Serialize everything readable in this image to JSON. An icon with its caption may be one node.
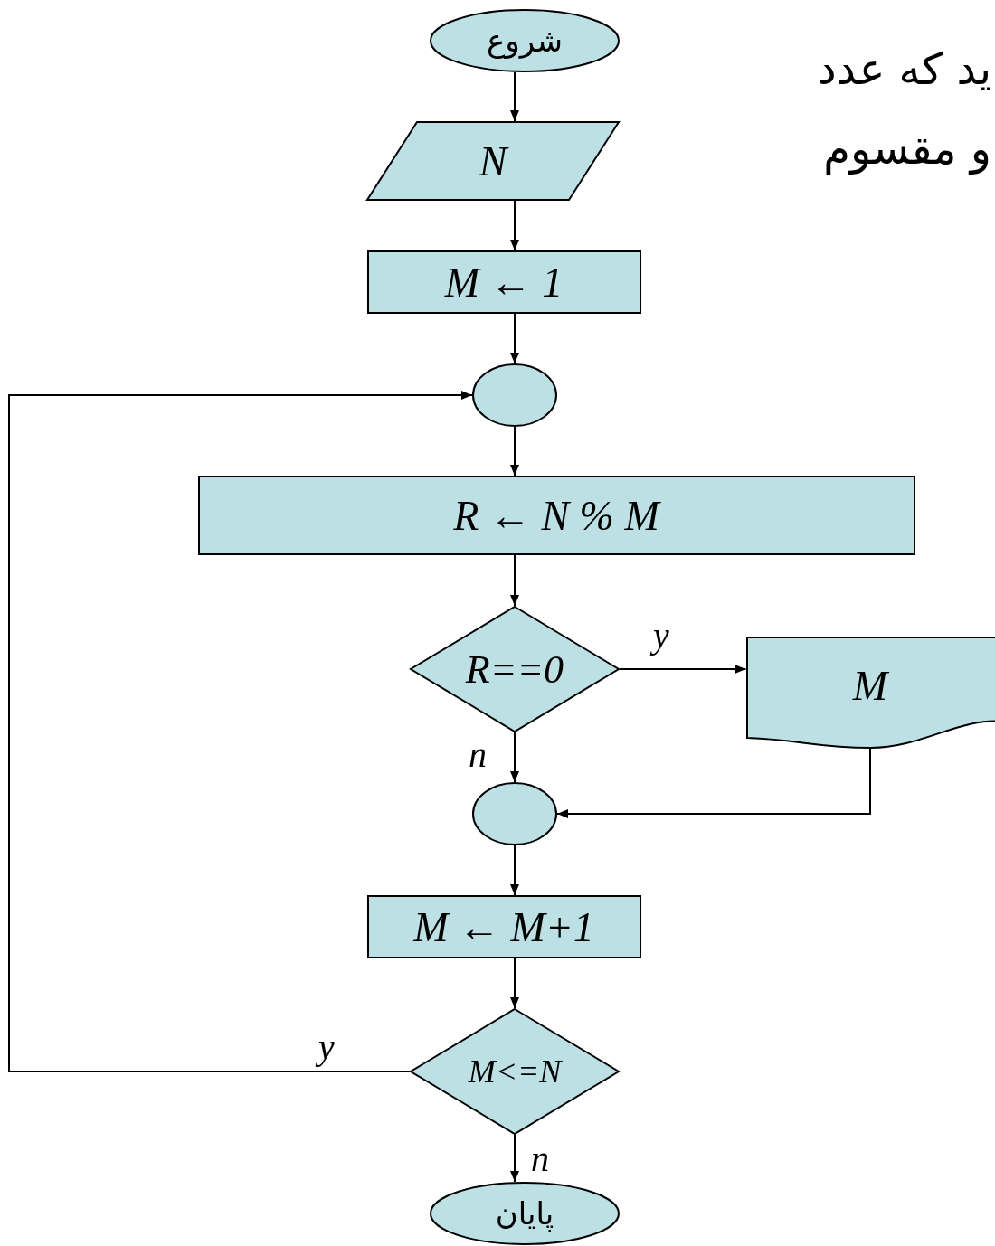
{
  "diagram": {
    "nodes": [
      {
        "text": [
          "شروع"
        ]
      },
      {
        "text": [
          "N"
        ]
      },
      {
        "text": [
          "M ← 1"
        ]
      },
      {
        "text": [],
        "shape": "circle"
      },
      {
        "text": [
          "R ← N % M"
        ]
      },
      {
        "text": [
          "R==0"
        ]
      },
      {
        "text": [
          "M"
        ]
      },
      {
        "text": [],
        "shape": "circle"
      },
      {
        "text": [
          "M ← M+1"
        ]
      },
      {
        "text": [
          "M<=N"
        ]
      },
      {
        "text": [
          "پایان"
        ]
      }
    ],
    "edges": [
      {
        "from": 0,
        "to": 1,
        "arrow": "to"
      },
      {
        "from": 1,
        "to": 2,
        "arrow": "to"
      },
      {
        "from": 2,
        "to": 3,
        "arrow": "to"
      },
      {
        "from": 3,
        "to": 4,
        "arrow": "to"
      },
      {
        "from": 4,
        "to": 5,
        "arrow": "to"
      },
      {
        "from": 5,
        "to": 6,
        "arrow": "to",
        "label": "y"
      },
      {
        "from": 5,
        "to": 7,
        "arrow": "to",
        "label": "n"
      },
      {
        "from": 6,
        "to": 7,
        "arrow": "to"
      },
      {
        "from": 7,
        "to": 8,
        "arrow": "to"
      },
      {
        "from": 8,
        "to": 9,
        "arrow": "to"
      },
      {
        "from": 9,
        "to": 3,
        "arrow": "to",
        "label": "y"
      },
      {
        "from": 9,
        "to": 10,
        "arrow": "to",
        "label": "n"
      }
    ],
    "labels": [
      "ید که عدد",
      "و مقسوم"
    ]
  }
}
